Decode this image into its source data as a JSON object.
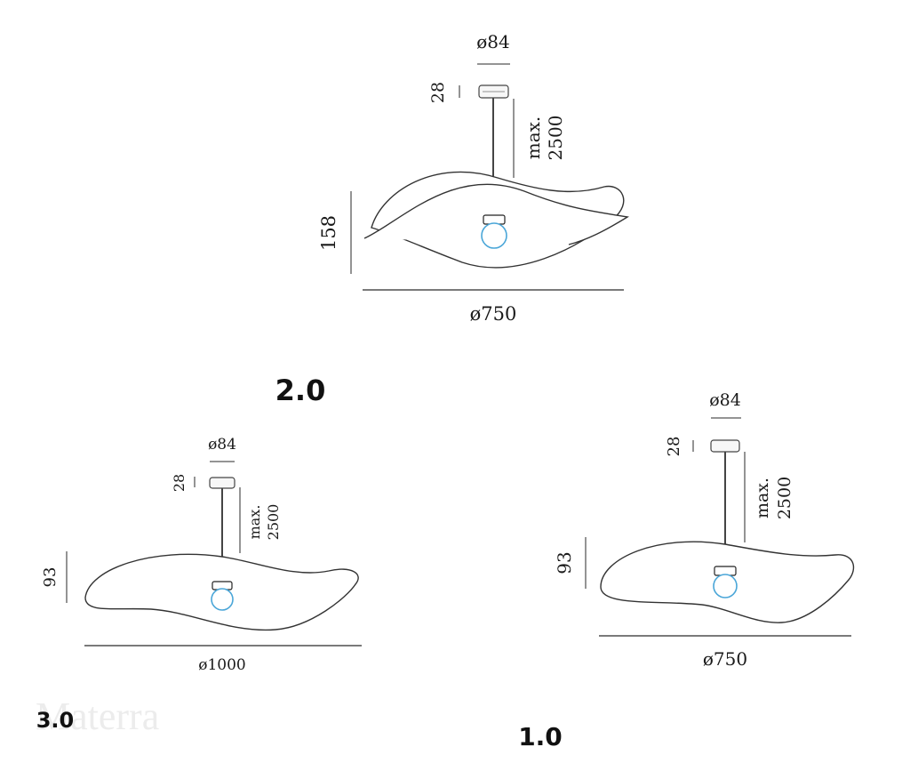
{
  "watermark": "Materra",
  "colors": {
    "line": "#2a2a2a",
    "bulb": "#4aa6d8",
    "text": "#1a1a1a"
  },
  "drawings": {
    "v20": {
      "model": "2.0",
      "canopy_diameter": "ø84",
      "canopy_height": "28",
      "cable_max": "max.",
      "cable_length": "2500",
      "shade_height": "158",
      "shade_diameter": "ø750"
    },
    "v30": {
      "model": "3.0",
      "canopy_diameter": "ø84",
      "canopy_height": "28",
      "cable_max": "max.",
      "cable_length": "2500",
      "shade_height": "93",
      "shade_diameter": "ø1000"
    },
    "v10": {
      "model": "1.0",
      "canopy_diameter": "ø84",
      "canopy_height": "28",
      "cable_max": "max.",
      "cable_length": "2500",
      "shade_height": "93",
      "shade_diameter": "ø750"
    }
  }
}
